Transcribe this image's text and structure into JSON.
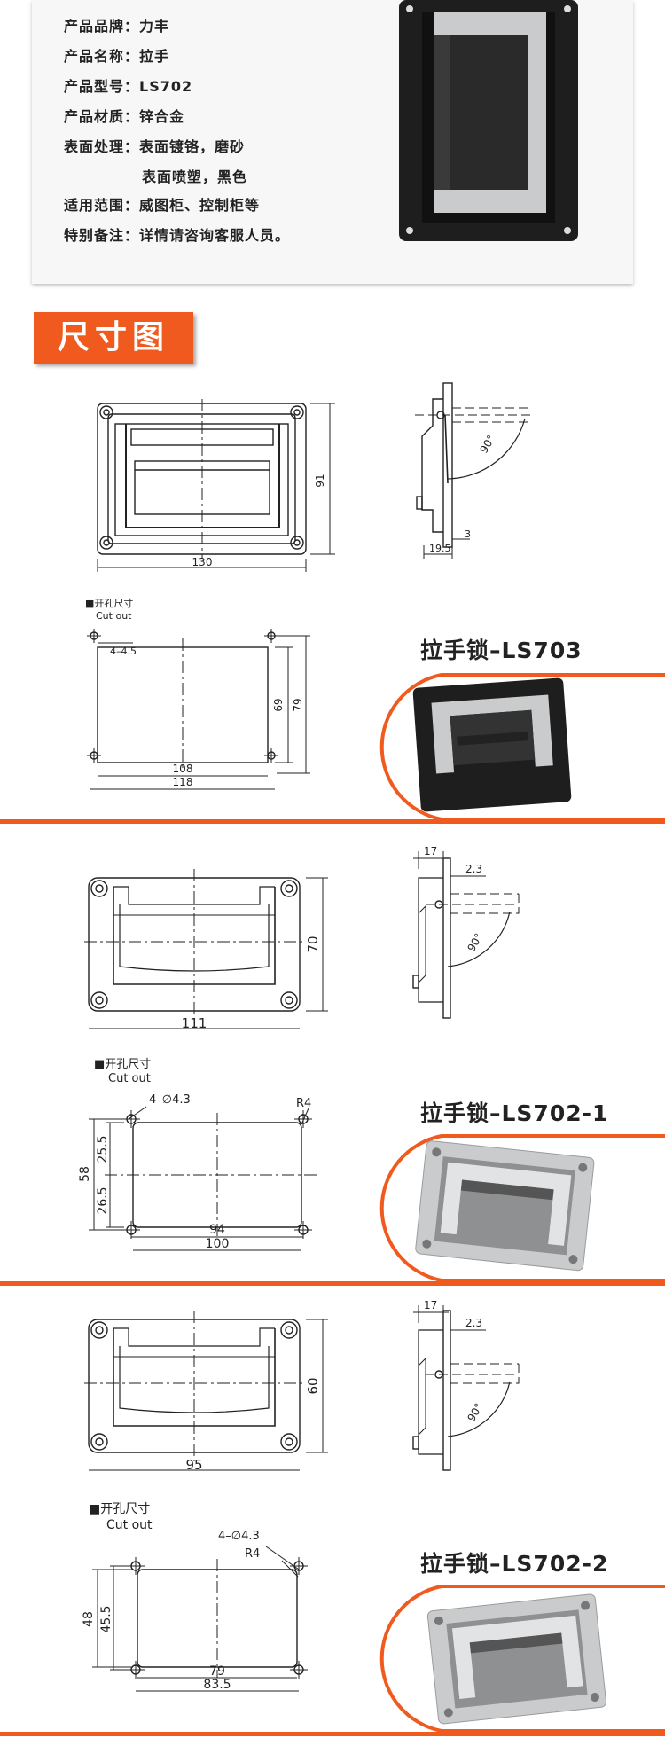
{
  "specs": [
    {
      "key": "产品品牌：",
      "value": "力丰"
    },
    {
      "key": "产品名称：",
      "value": "拉手"
    },
    {
      "key": "产品型号：",
      "value": "LS702"
    },
    {
      "key": "产品材质：",
      "value": "锌合金"
    },
    {
      "key": "表面处理：",
      "value": "表面镀铬，磨砂"
    },
    {
      "key": "",
      "value": "表面喷塑，黑色"
    },
    {
      "key": "适用范围：",
      "value": "威图柜、控制柜等"
    },
    {
      "key": "特别备注：",
      "value": "详情请咨询客服人员。"
    }
  ],
  "section_title": "尺寸图",
  "colors": {
    "accent": "#f05a1e",
    "handle_black": "#1e1e1e",
    "handle_silver": "#c9cbcc"
  },
  "products": [
    {
      "title": "拉手锁–LS703",
      "front": {
        "width": "130",
        "height": "91"
      },
      "side": {
        "angle": "90°",
        "depth": "19.5",
        "thickness": "3"
      },
      "cutout": {
        "label_cn": "■开孔尺寸",
        "label_en": "Cut out",
        "holes": "4–4.5",
        "inner_w": "108",
        "outer_w": "118",
        "inner_h": "69",
        "outer_h": "79"
      }
    },
    {
      "title": "拉手锁–LS702-1",
      "front": {
        "width": "111",
        "height": "70"
      },
      "side": {
        "angle": "90°",
        "depth": "17",
        "thickness": "2.3"
      },
      "cutout": {
        "label_cn": "■开孔尺寸",
        "label_en": "Cut out",
        "holes": "4–∅4.3",
        "radius": "R4",
        "inner_w": "94",
        "outer_w": "100",
        "h_total": "58",
        "h_top": "25.5",
        "h_bottom": "26.5"
      }
    },
    {
      "title": "拉手锁–LS702-2",
      "front": {
        "width": "95",
        "height": "60"
      },
      "side": {
        "angle": "90°",
        "depth": "17",
        "thickness": "2.3"
      },
      "cutout": {
        "label_cn": "■开孔尺寸",
        "label_en": "Cut out",
        "holes": "4–∅4.3",
        "radius": "R4",
        "inner_w": "79",
        "outer_w": "83.5",
        "h_total": "48",
        "h_part": "45.5"
      }
    }
  ]
}
